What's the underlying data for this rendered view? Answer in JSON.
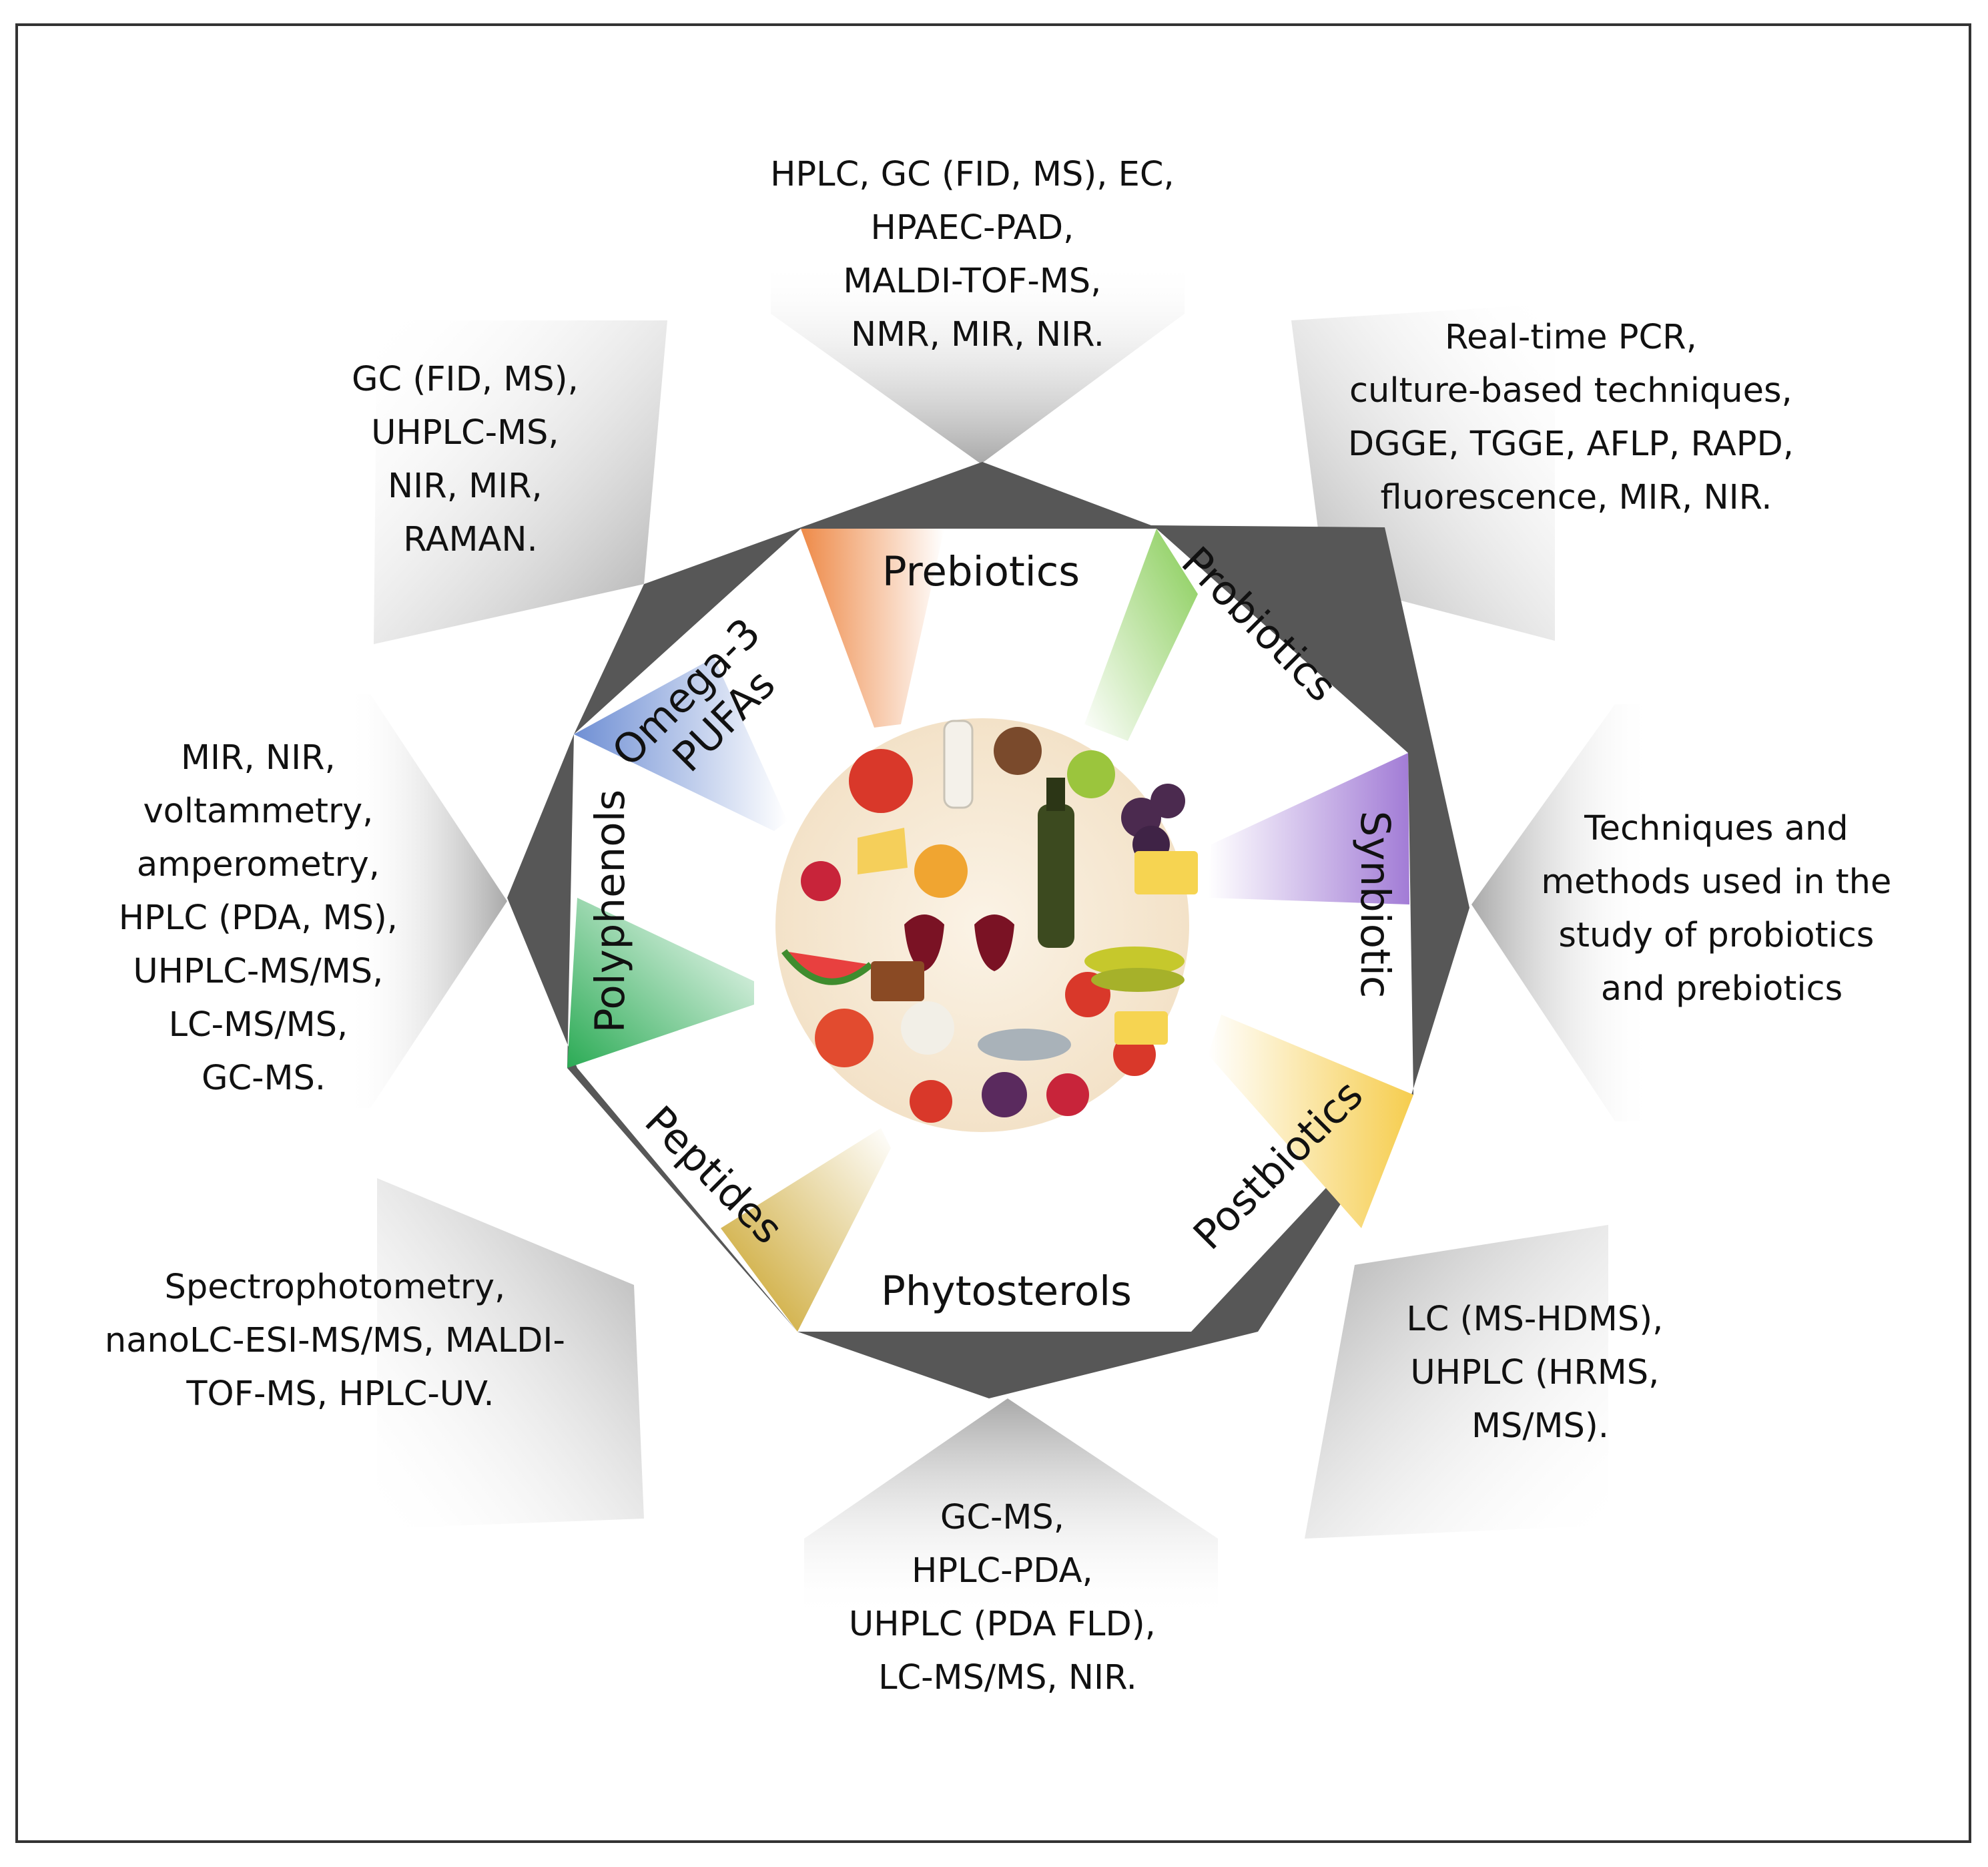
{
  "center_text": [
    "Techniques and",
    "methods used in the",
    "study of probiotics",
    "and prebiotics"
  ],
  "categories": [
    {
      "label": [
        "Prebiotics"
      ],
      "color": "#ee8a48"
    },
    {
      "label": [
        "Probiotics"
      ],
      "color": "#86cc55"
    },
    {
      "label": [
        "Synbiotic"
      ],
      "color": "#a27cd6"
    },
    {
      "label": [
        "Postbiotics"
      ],
      "color": "#f6cd4e"
    },
    {
      "label": [
        "Phytosterols"
      ],
      "color": "#ffffff"
    },
    {
      "label": [
        "Peptides"
      ],
      "color": "#c8a021"
    },
    {
      "label": [
        "Polyphenols"
      ],
      "color": "#2bab55"
    },
    {
      "label": [
        "Omega-3",
        "PUFAs"
      ],
      "color": "#6f8fd4"
    }
  ],
  "methods": [
    {
      "lines": [
        "HPLC, GC (FID, MS), EC,",
        "HPAEC-PAD,",
        "MALDI-TOF-MS,",
        "NMR, MIR, NIR."
      ]
    },
    {
      "lines": [
        "Real-time PCR,",
        "culture-based techniques,",
        "DGGE, TGGE, AFLP, RAPD,",
        "fluorescence, MIR, NIR."
      ]
    },
    {
      "lines": [
        "LC (MS-HDMS),",
        "UHPLC (HRMS,",
        "MS/MS)."
      ]
    },
    {
      "lines": [
        "GC-MS,",
        "HPLC-PDA,",
        "UHPLC (PDA FLD),",
        "LC-MS/MS, NIR."
      ]
    },
    {
      "lines": [
        "Spectrophotometry,",
        "nanoLC-ESI-MS/MS,  MALDI-",
        "TOF-MS, HPLC-UV."
      ]
    },
    {
      "lines": [
        "MIR, NIR,",
        "voltammetry,",
        "amperometry,",
        "HPLC (PDA, MS),",
        "UHPLC-MS/MS,",
        "LC-MS/MS,",
        "GC-MS."
      ]
    },
    {
      "lines": [
        "GC (FID, MS),",
        "UHPLC-MS,",
        "NIR, MIR,",
        "RAMAN."
      ]
    }
  ],
  "colors": {
    "octagon": "#575757",
    "frame": "#333333"
  },
  "icons": [
    "food-illustration-icon"
  ]
}
